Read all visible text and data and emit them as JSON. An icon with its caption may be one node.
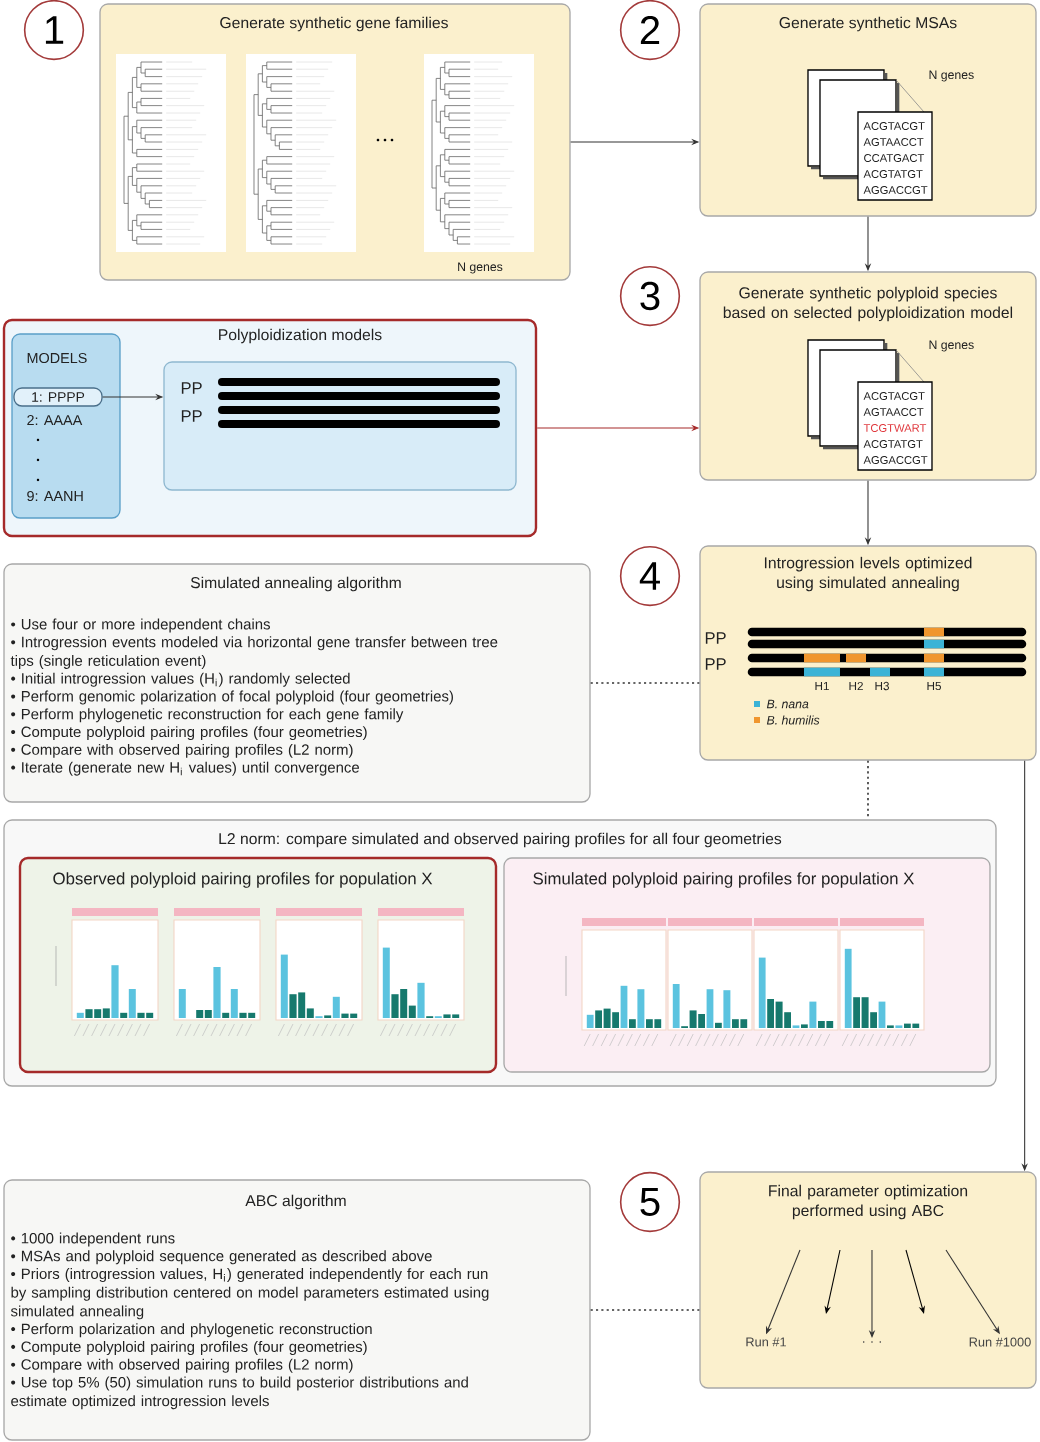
{
  "diagram": {
    "nodes": [
      {
        "text": [
          "1"
        ]
      },
      {
        "text": [
          "Generate synthetic gene families",
          "N genes"
        ]
      },
      {
        "text": [
          "2"
        ]
      },
      {
        "text": [
          "Generate synthetic MSAs",
          "N genes",
          "ACGTACGT",
          "AGTAACCT",
          "CCATGACT",
          "ACGTATGT",
          "AGGACCGT"
        ]
      },
      {
        "text": [
          "3"
        ]
      },
      {
        "text": [
          "Generate synthetic polyploid species based on selected polyploidization model",
          "N genes",
          "ACGTACGT",
          "AGTAACCT",
          "TCGTWART",
          "ACGTATGT",
          "AGGACCGT"
        ]
      },
      {
        "text": [
          "Polyploidization models"
        ]
      },
      {
        "text": [
          "MODELS",
          "2: AAAA",
          "9: AANH"
        ],
        "in": 6
      },
      {
        "text": [
          "1: PPPP"
        ],
        "in": 7
      },
      {
        "text": [
          "PP",
          "PP"
        ],
        "in": 6
      },
      {
        "text": [
          "4"
        ]
      },
      {
        "text": [
          "Introgression levels optimized using simulated annealing",
          "PP",
          "PP",
          "H1",
          "H2",
          "H3",
          "H5"
        ]
      },
      {
        "text": [
          "Simulated annealing algorithm",
          "• Use four or more independent chains",
          "• Introgression events modeled via horizontal gene transfer between tree tips (single reticulation event)",
          "• Initial introgression values (H$_{i}$) randomly selected",
          "• Perform genomic polarization of focal polyploid (four geometries)",
          "• Perform phylogenetic reconstruction for each gene family",
          "• Compute polyploid pairing profiles (four geometries)",
          "• Compare with observed pairing profiles (L2 norm)",
          "• Iterate (generate new H$_{i}$ values) until convergence"
        ]
      },
      {
        "text": [
          "L2 norm: compare simulated and observed pairing profiles for all four geometries"
        ]
      },
      {
        "text": [
          "Observed polyploid pairing profiles for population X"
        ],
        "in": 13
      },
      {
        "text": [
          "Simulated polyploid pairing profiles for population X"
        ],
        "in": 13
      },
      {
        "text": [
          "5"
        ]
      },
      {
        "text": [
          "Final parameter optimization performed using ABC"
        ]
      },
      {
        "text": [
          "Run #1"
        ],
        "in": 17
      },
      {
        "text": [
          ". . ."
        ],
        "in": 17
      },
      {
        "text": [
          "Run #1000"
        ],
        "in": 17
      },
      {
        "text": [
          "ABC algorithm",
          "• 1000 independent runs",
          "• MSAs and polyploid sequence generated as described above",
          "• Priors (introgression values, H$_{i}$) generated independently for each run by sampling distribution centered on model parameters estimated using simulated annealing",
          "• Perform polarization and phylogenetic reconstruction",
          "• Compute polyploid pairing profiles (four geometries)",
          "• Compare with observed pairing profiles (L2 norm)",
          "• Use top 5% (50) simulation runs to build posterior distributions and estimate optimized introgression levels"
        ]
      }
    ],
    "edges": [
      {
        "from": 1,
        "to": 3,
        "arrow": "to"
      },
      {
        "from": 3,
        "to": 5,
        "arrow": "to"
      },
      {
        "from": 8,
        "to": 9,
        "arrow": "to"
      },
      {
        "from": 6,
        "to": 5,
        "arrow": "to",
        "color": "#a52a2a"
      },
      {
        "from": 5,
        "to": 11,
        "arrow": "to"
      },
      {
        "from": 12,
        "to": 11,
        "arrow": "none",
        "style": "dashed"
      },
      {
        "from": 11,
        "to": 13,
        "arrow": "none",
        "style": "dashed"
      },
      {
        "from": 11,
        "to": 17,
        "arrow": "to"
      },
      {
        "from": 21,
        "to": 17,
        "arrow": "none",
        "style": "dashed"
      },
      {
        "from": null,
        "to": 18,
        "arrow": "to"
      },
      {
        "from": null,
        "to": 19,
        "arrow": "to"
      },
      {
        "from": null,
        "to": 20,
        "arrow": "to"
      }
    ],
    "legend": [
      {
        "text": "B. nana",
        "color": "#3bb3d6"
      },
      {
        "text": "B. humilis",
        "color": "#f0962e"
      }
    ]
  }
}
